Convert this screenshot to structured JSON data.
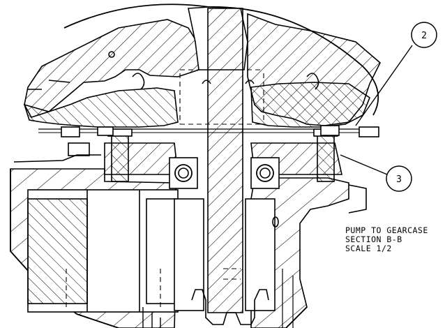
{
  "drawing": {
    "callouts": [
      {
        "id": "2",
        "label": "2"
      },
      {
        "id": "3",
        "label": "3"
      }
    ],
    "caption": {
      "line1": "PUMP TO GEARCASE",
      "line2": "SECTION  B-B",
      "line3": "SCALE  1/2"
    },
    "colors": {
      "ink": "#000000",
      "paper": "#ffffff"
    }
  }
}
